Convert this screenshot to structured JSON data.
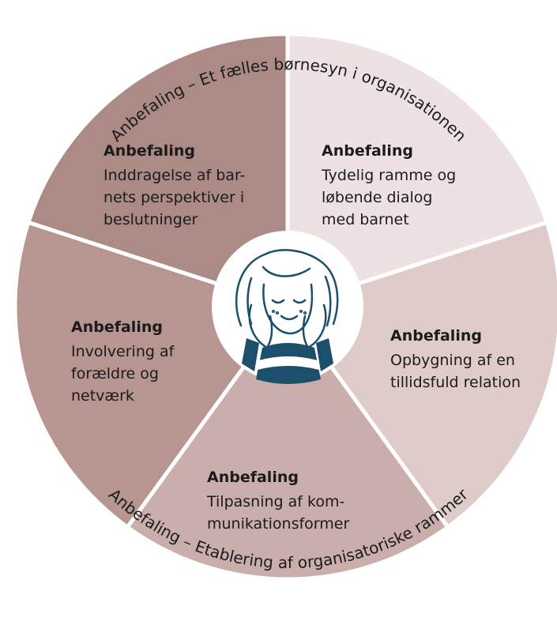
{
  "outer_labels": {
    "top": "Anbefaling – Et fælles børnesyn i organisationen",
    "bottom": "Anbefaling – Etablering af organisatoriske rammer"
  },
  "segments": [
    {
      "title": "Anbefaling",
      "lines": [
        "Tydelig ramme og",
        "løbende dialog",
        "med barnet"
      ],
      "color": "#ede2e1"
    },
    {
      "title": "Anbefaling",
      "lines": [
        "Opbygning af en",
        "tillidsfuld relation"
      ],
      "color": "#dfcbca"
    },
    {
      "title": "Anbefaling",
      "lines": [
        "Tilpasning af kom-",
        "munikationsformer"
      ],
      "color": "#c9aeab"
    },
    {
      "title": "Anbefaling",
      "lines": [
        "Involvering af",
        "forældre og",
        "netværk"
      ],
      "color": "#b79591"
    },
    {
      "title": "Anbefaling",
      "lines": [
        "Inddragelse af bar-",
        "nets perspektiver i",
        "beslutninger"
      ],
      "color": "#ac8a86"
    }
  ],
  "center_icon": "child-smiling-with-hands-on-cheeks-icon",
  "colors": {
    "accent_blue": "#1c4f6b",
    "separator": "#ffffff",
    "text": "#1b1b1b"
  }
}
